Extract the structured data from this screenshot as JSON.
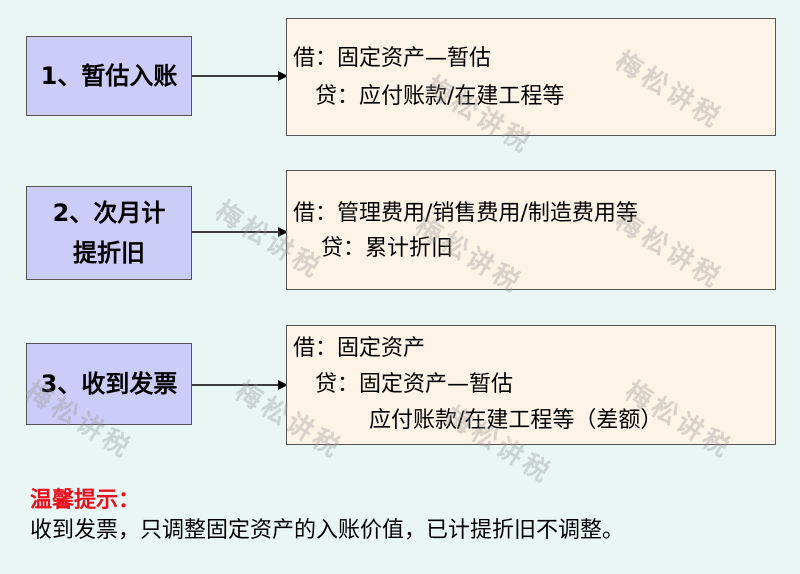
{
  "steps": [
    {
      "label": "1、暂估入账",
      "entry": [
        "借：固定资产—暂估",
        "贷：应付账款/在建工程等"
      ]
    },
    {
      "label": "2、次月计提折旧",
      "entry": [
        "借：管理费用/销售费用/制造费用等",
        "贷：累计折旧"
      ]
    },
    {
      "label": "3、收到发票",
      "entry": [
        "借：固定资产",
        "贷：固定资产—暂估",
        "应付账款/在建工程等（差额）"
      ]
    }
  ],
  "tip": {
    "title": "温馨提示：",
    "text": "收到发票，只调整固定资产的入账价值，已计提折旧不调整。"
  },
  "watermark": "梅松讲税",
  "colors": {
    "background": "#e9f6f3",
    "step_box": "#ccccf8",
    "entry_box": "#fdf3e6",
    "tip_title": "#e8101c"
  }
}
